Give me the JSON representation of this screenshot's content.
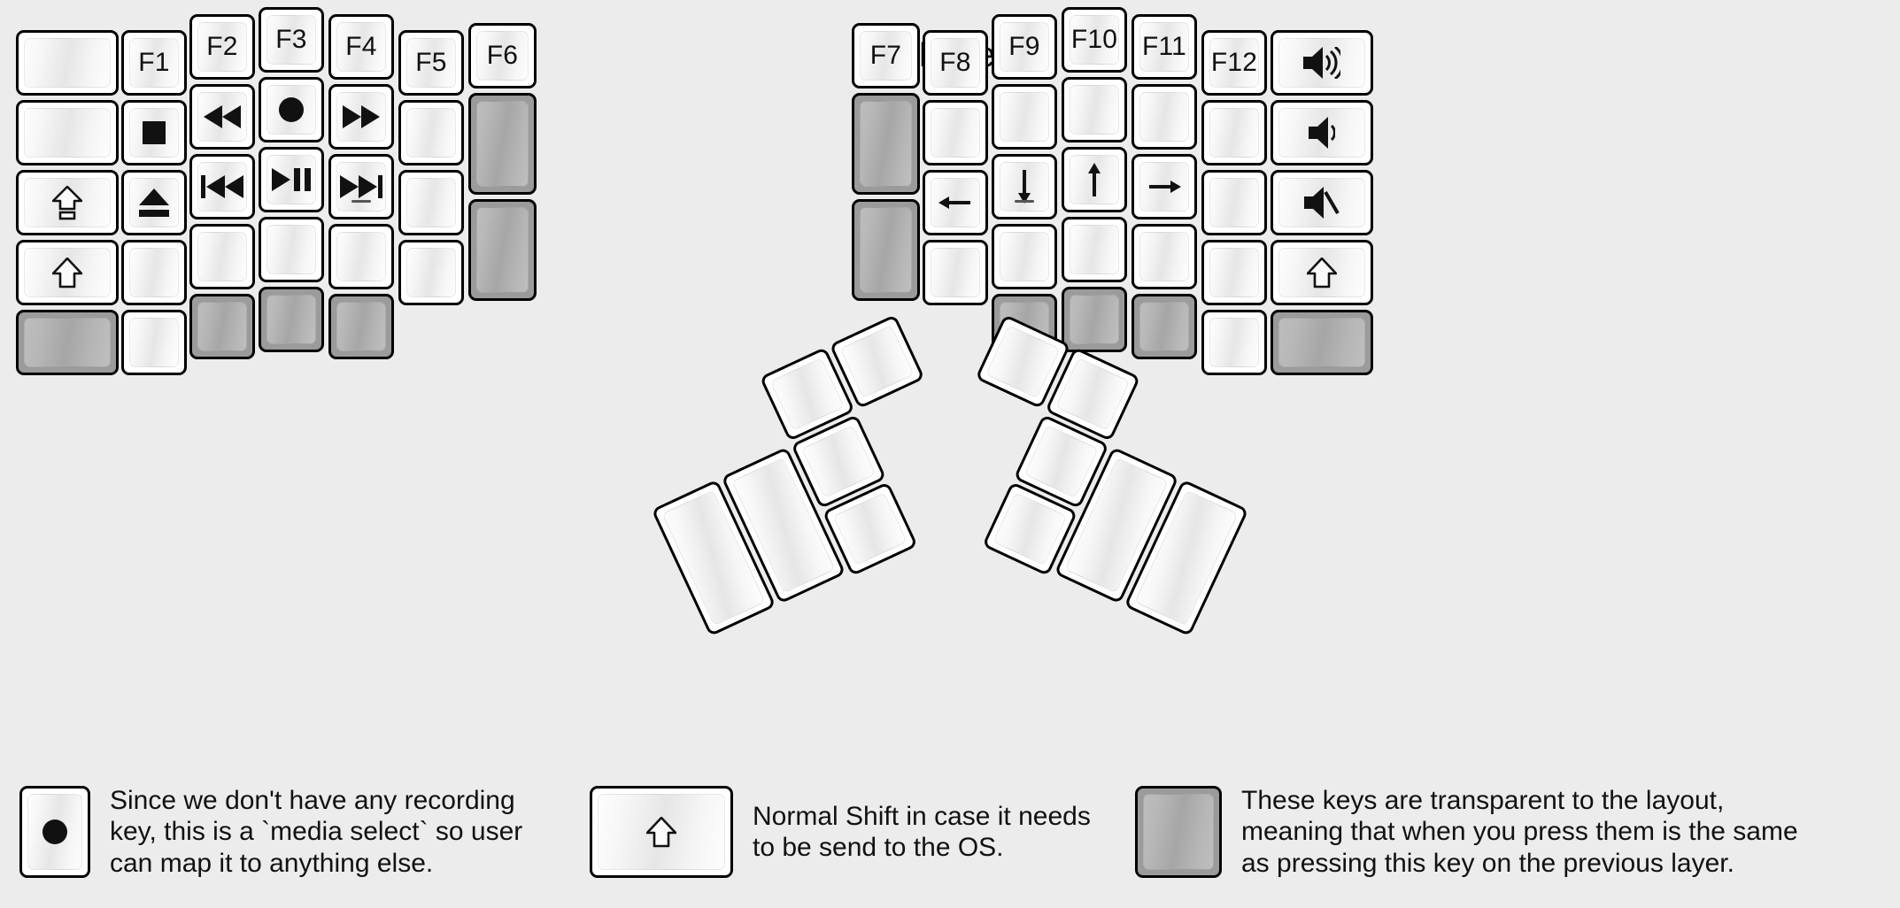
{
  "title": "fn Layer",
  "colors": {
    "background": "#ececec",
    "key_face": "#ffffff",
    "key_border": "#000000",
    "transparent_key": "#9b9b9b",
    "label": "#111111"
  },
  "left_half": {
    "name": "left-key-matrix",
    "columns": [
      {
        "name": "col-outer-left",
        "keys": [
          {
            "label": "",
            "glyph": "",
            "transparent": false
          },
          {
            "label": "",
            "glyph": "",
            "transparent": false
          },
          {
            "label": "⇪",
            "glyph": "caps-lock",
            "transparent": false
          },
          {
            "label": "⇧",
            "glyph": "shift",
            "transparent": false
          },
          {
            "label": "",
            "glyph": "",
            "transparent": true
          }
        ]
      },
      {
        "name": "col-f1",
        "keys": [
          {
            "label": "F1",
            "glyph": "",
            "transparent": false
          },
          {
            "label": "■",
            "glyph": "media-stop",
            "transparent": false
          },
          {
            "label": "⏏",
            "glyph": "media-eject",
            "transparent": false
          },
          {
            "label": "",
            "glyph": "",
            "transparent": false
          },
          {
            "label": "",
            "glyph": "",
            "transparent": false
          }
        ]
      },
      {
        "name": "col-f2",
        "keys": [
          {
            "label": "F2",
            "glyph": "",
            "transparent": false
          },
          {
            "label": "◀◀",
            "glyph": "media-rewind",
            "transparent": false
          },
          {
            "label": "|◀◀",
            "glyph": "media-prev-track",
            "transparent": false
          },
          {
            "label": "",
            "glyph": "",
            "transparent": false
          },
          {
            "label": "",
            "glyph": "",
            "transparent": true
          }
        ]
      },
      {
        "name": "col-f3",
        "keys": [
          {
            "label": "F3",
            "glyph": "",
            "transparent": false
          },
          {
            "label": "●",
            "glyph": "media-record",
            "transparent": false
          },
          {
            "label": "▶||",
            "glyph": "media-play-pause",
            "transparent": false
          },
          {
            "label": "",
            "glyph": "",
            "transparent": false
          },
          {
            "label": "",
            "glyph": "",
            "transparent": true
          }
        ]
      },
      {
        "name": "col-f4",
        "keys": [
          {
            "label": "F4",
            "glyph": "",
            "transparent": false
          },
          {
            "label": "▶▶",
            "glyph": "media-fast-forward",
            "transparent": false
          },
          {
            "label": "▶▶|",
            "glyph": "media-next-track",
            "transparent": false,
            "homing": true
          },
          {
            "label": "",
            "glyph": "",
            "transparent": false
          },
          {
            "label": "",
            "glyph": "",
            "transparent": true
          }
        ]
      },
      {
        "name": "col-f5",
        "keys": [
          {
            "label": "F5",
            "glyph": "",
            "transparent": false
          },
          {
            "label": "",
            "glyph": "",
            "transparent": false
          },
          {
            "label": "",
            "glyph": "",
            "transparent": false
          },
          {
            "label": "",
            "glyph": "",
            "transparent": false
          }
        ]
      },
      {
        "name": "col-f6",
        "keys": [
          {
            "label": "F6",
            "glyph": "",
            "transparent": false
          },
          {
            "label": "",
            "glyph": "",
            "transparent": true
          },
          {
            "label": "",
            "glyph": "",
            "transparent": true
          }
        ]
      }
    ]
  },
  "right_half": {
    "name": "right-key-matrix",
    "columns": [
      {
        "name": "col-f7",
        "keys": [
          {
            "label": "F7",
            "glyph": "",
            "transparent": false
          },
          {
            "label": "",
            "glyph": "",
            "transparent": true
          },
          {
            "label": "",
            "glyph": "",
            "transparent": true
          }
        ]
      },
      {
        "name": "col-f8",
        "keys": [
          {
            "label": "F8",
            "glyph": "",
            "transparent": false
          },
          {
            "label": "",
            "glyph": "",
            "transparent": false
          },
          {
            "label": "←",
            "glyph": "arrow-left",
            "transparent": false
          },
          {
            "label": "",
            "glyph": "",
            "transparent": false
          }
        ]
      },
      {
        "name": "col-f9",
        "keys": [
          {
            "label": "F9",
            "glyph": "",
            "transparent": false
          },
          {
            "label": "",
            "glyph": "",
            "transparent": false
          },
          {
            "label": "↓",
            "glyph": "arrow-down",
            "transparent": false,
            "homing": true
          },
          {
            "label": "",
            "glyph": "",
            "transparent": false
          },
          {
            "label": "",
            "glyph": "",
            "transparent": true
          }
        ]
      },
      {
        "name": "col-f10",
        "keys": [
          {
            "label": "F10",
            "glyph": "",
            "transparent": false
          },
          {
            "label": "",
            "glyph": "",
            "transparent": false
          },
          {
            "label": "↑",
            "glyph": "arrow-up",
            "transparent": false
          },
          {
            "label": "",
            "glyph": "",
            "transparent": false
          },
          {
            "label": "",
            "glyph": "",
            "transparent": true
          }
        ]
      },
      {
        "name": "col-f11",
        "keys": [
          {
            "label": "F11",
            "glyph": "",
            "transparent": false
          },
          {
            "label": "",
            "glyph": "",
            "transparent": false
          },
          {
            "label": "→",
            "glyph": "arrow-right",
            "transparent": false
          },
          {
            "label": "",
            "glyph": "",
            "transparent": false
          },
          {
            "label": "",
            "glyph": "",
            "transparent": true
          }
        ]
      },
      {
        "name": "col-f12",
        "keys": [
          {
            "label": "F12",
            "glyph": "",
            "transparent": false
          },
          {
            "label": "",
            "glyph": "",
            "transparent": false
          },
          {
            "label": "",
            "glyph": "",
            "transparent": false
          },
          {
            "label": "",
            "glyph": "",
            "transparent": false
          },
          {
            "label": "",
            "glyph": "",
            "transparent": false
          }
        ]
      },
      {
        "name": "col-outer-right",
        "keys": [
          {
            "label": "🔊",
            "glyph": "volume-up",
            "transparent": false
          },
          {
            "label": "🔉",
            "glyph": "volume-down",
            "transparent": false
          },
          {
            "label": "🔇",
            "glyph": "volume-mute",
            "transparent": false
          },
          {
            "label": "⇧",
            "glyph": "shift",
            "transparent": false
          },
          {
            "label": "",
            "glyph": "",
            "transparent": true
          }
        ]
      }
    ]
  },
  "left_thumb_cluster": {
    "name": "left-thumb-cluster",
    "rotation_deg": -25,
    "keys": [
      {
        "label": "",
        "size": "2u-tall"
      },
      {
        "label": "",
        "size": "2u-tall"
      },
      {
        "label": "",
        "size": "1u"
      },
      {
        "label": "",
        "size": "1u"
      },
      {
        "label": "",
        "size": "1u"
      },
      {
        "label": "",
        "size": "1u"
      }
    ]
  },
  "right_thumb_cluster": {
    "name": "right-thumb-cluster",
    "rotation_deg": 25,
    "keys": [
      {
        "label": "",
        "size": "1u"
      },
      {
        "label": "",
        "size": "1u"
      },
      {
        "label": "",
        "size": "1u"
      },
      {
        "label": "",
        "size": "1u"
      },
      {
        "label": "",
        "size": "2u-tall"
      },
      {
        "label": "",
        "size": "2u-tall"
      }
    ]
  },
  "legend": {
    "items": [
      {
        "key_glyph": "media-record",
        "key_label": "●",
        "transparent": false,
        "text": "Since we don't have any recording\nkey, this is a `media select` so user\ncan map it to anything else."
      },
      {
        "key_glyph": "shift",
        "key_label": "⇧",
        "transparent": false,
        "text": "Normal Shift in case it needs\nto be send to the OS."
      },
      {
        "key_glyph": "",
        "key_label": "",
        "transparent": true,
        "text": "These keys are transparent to the layout,\nmeaning that when you press them is the same\nas pressing this key on the previous layer."
      }
    ]
  }
}
